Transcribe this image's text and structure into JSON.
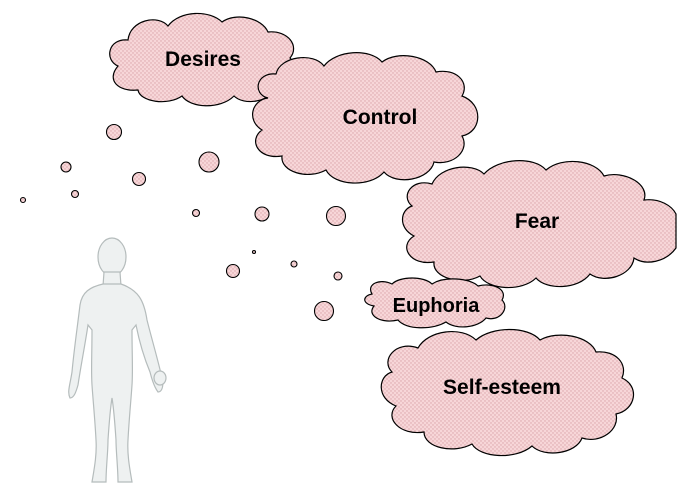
{
  "diagram": {
    "clouds": [
      {
        "id": "desires",
        "label": "Desires"
      },
      {
        "id": "control",
        "label": "Control"
      },
      {
        "id": "fear",
        "label": "Fear"
      },
      {
        "id": "euphoria",
        "label": "Euphoria"
      },
      {
        "id": "self-esteem",
        "label": "Self-esteem"
      }
    ],
    "colors": {
      "cloud_fill": "#f7d4d6",
      "cloud_stroke": "#000000",
      "bubble_fill": "#f7d4d6",
      "figure_fill": "#eef1f1",
      "figure_stroke": "#b9c0c0"
    }
  }
}
